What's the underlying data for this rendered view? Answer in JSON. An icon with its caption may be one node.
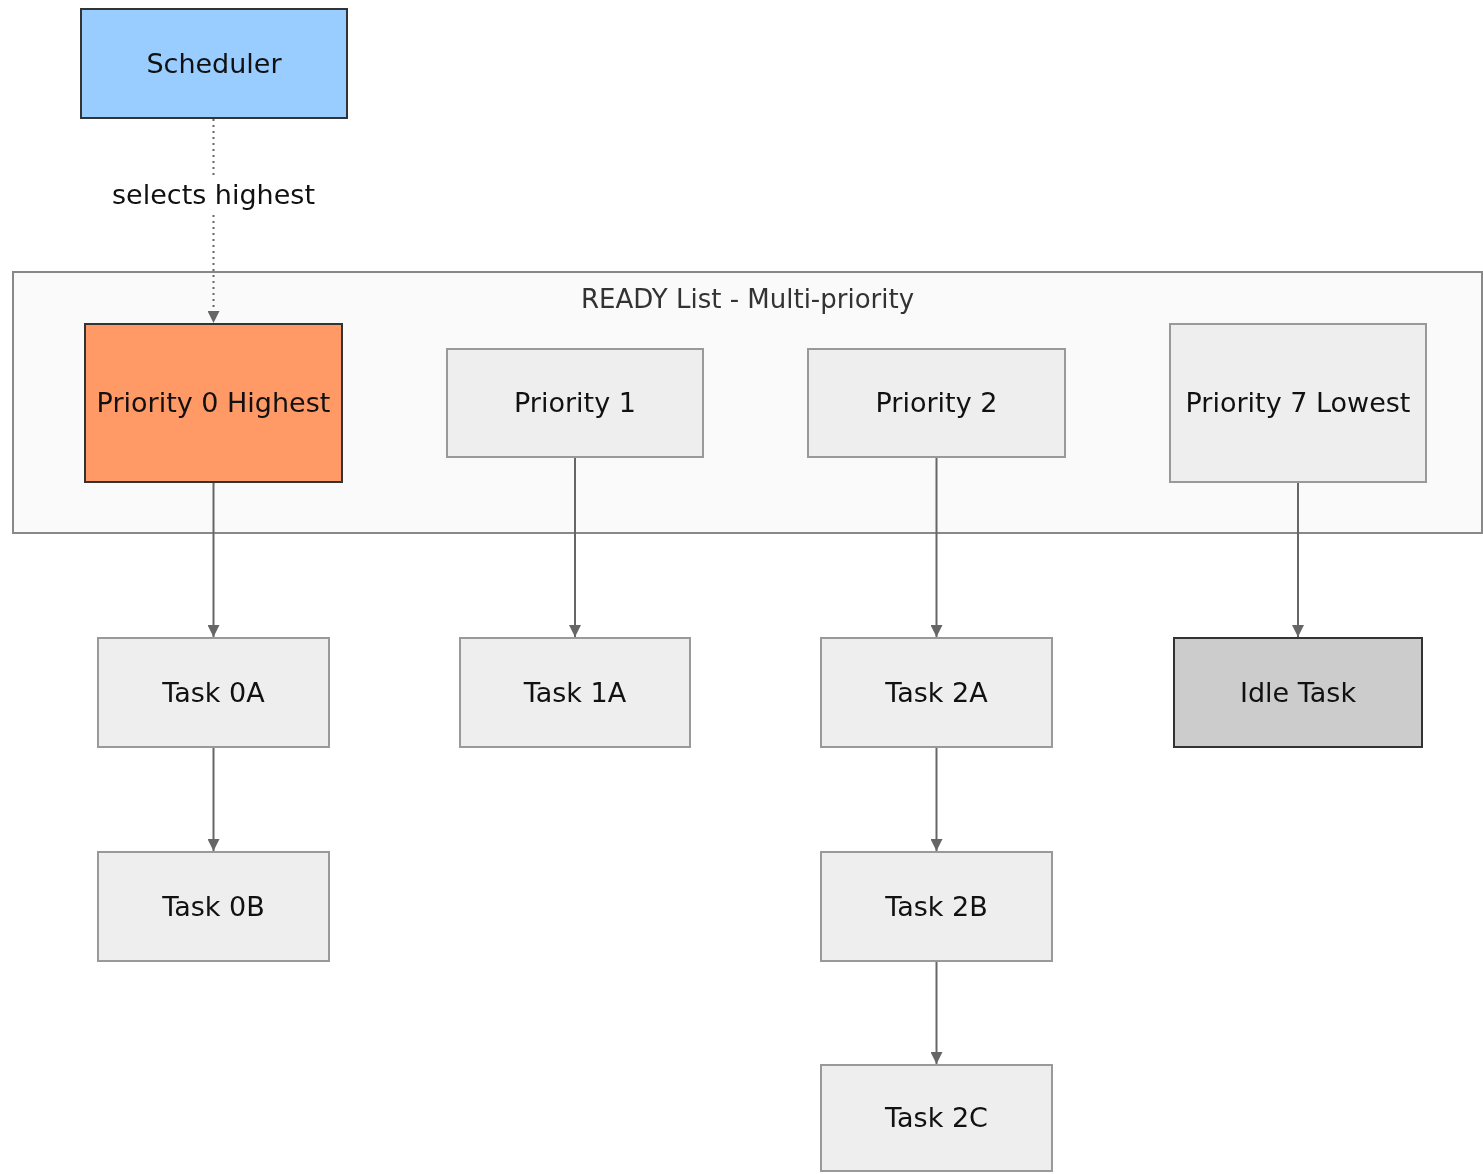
{
  "diagram": {
    "nodes": [
      {
        "text": [
          "Scheduler"
        ]
      },
      {
        "text": [
          "READY List - Multi-priority"
        ]
      },
      {
        "text": [
          "Priority 0 Highest"
        ],
        "in": 1
      },
      {
        "text": [
          "Priority 1"
        ],
        "in": 1
      },
      {
        "text": [
          "Priority 2"
        ],
        "in": 1
      },
      {
        "text": [
          "Priority 7 Lowest"
        ],
        "in": 1
      },
      {
        "text": [
          "Task 0A"
        ]
      },
      {
        "text": [
          "Task 1A"
        ]
      },
      {
        "text": [
          "Task 2A"
        ]
      },
      {
        "text": [
          "Idle Task"
        ]
      },
      {
        "text": [
          "Task 0B"
        ]
      },
      {
        "text": [
          "Task 2B"
        ]
      },
      {
        "text": [
          "Task 2C"
        ]
      }
    ],
    "edges": [
      {
        "from": 0,
        "to": 2,
        "arrow": "to",
        "label": "selects highest",
        "style": "dashed"
      },
      {
        "from": 2,
        "to": 6,
        "arrow": "to"
      },
      {
        "from": 6,
        "to": 10,
        "arrow": "to"
      },
      {
        "from": 3,
        "to": 7,
        "arrow": "to"
      },
      {
        "from": 4,
        "to": 8,
        "arrow": "to"
      },
      {
        "from": 8,
        "to": 11,
        "arrow": "to"
      },
      {
        "from": 11,
        "to": 12,
        "arrow": "to"
      },
      {
        "from": 5,
        "to": 9,
        "arrow": "to"
      }
    ]
  }
}
